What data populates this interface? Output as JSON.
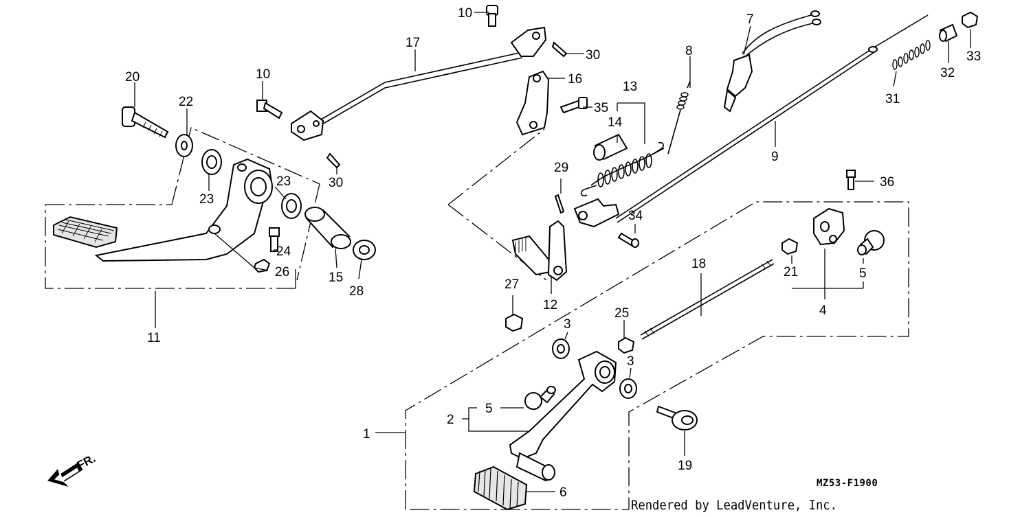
{
  "callouts": [
    {
      "id": "c1",
      "text": "1"
    },
    {
      "id": "c2",
      "text": "2"
    },
    {
      "id": "c3a",
      "text": "3"
    },
    {
      "id": "c3b",
      "text": "3"
    },
    {
      "id": "c4",
      "text": "4"
    },
    {
      "id": "c5a",
      "text": "5"
    },
    {
      "id": "c5b",
      "text": "5"
    },
    {
      "id": "c6",
      "text": "6"
    },
    {
      "id": "c7",
      "text": "7"
    },
    {
      "id": "c8",
      "text": "8"
    },
    {
      "id": "c9",
      "text": "9"
    },
    {
      "id": "c10a",
      "text": "10"
    },
    {
      "id": "c10b",
      "text": "10"
    },
    {
      "id": "c11",
      "text": "11"
    },
    {
      "id": "c12",
      "text": "12"
    },
    {
      "id": "c13",
      "text": "13"
    },
    {
      "id": "c14",
      "text": "14"
    },
    {
      "id": "c15",
      "text": "15"
    },
    {
      "id": "c16",
      "text": "16"
    },
    {
      "id": "c17",
      "text": "17"
    },
    {
      "id": "c18",
      "text": "18"
    },
    {
      "id": "c19",
      "text": "19"
    },
    {
      "id": "c20",
      "text": "20"
    },
    {
      "id": "c21",
      "text": "21"
    },
    {
      "id": "c22",
      "text": "22"
    },
    {
      "id": "c23a",
      "text": "23"
    },
    {
      "id": "c23b",
      "text": "23"
    },
    {
      "id": "c24",
      "text": "24"
    },
    {
      "id": "c25",
      "text": "25"
    },
    {
      "id": "c26",
      "text": "26"
    },
    {
      "id": "c27",
      "text": "27"
    },
    {
      "id": "c28",
      "text": "28"
    },
    {
      "id": "c29",
      "text": "29"
    },
    {
      "id": "c30a",
      "text": "30"
    },
    {
      "id": "c30b",
      "text": "30"
    },
    {
      "id": "c31",
      "text": "31"
    },
    {
      "id": "c32",
      "text": "32"
    },
    {
      "id": "c33",
      "text": "33"
    },
    {
      "id": "c34",
      "text": "34"
    },
    {
      "id": "c35",
      "text": "35"
    },
    {
      "id": "c36",
      "text": "36"
    }
  ],
  "diagram_code": "MZ53-F1900",
  "credit": "Rendered by LeadVenture, Inc.",
  "direction_label": "FR.",
  "icons": {
    "direction": "front-direction-arrow-icon"
  }
}
